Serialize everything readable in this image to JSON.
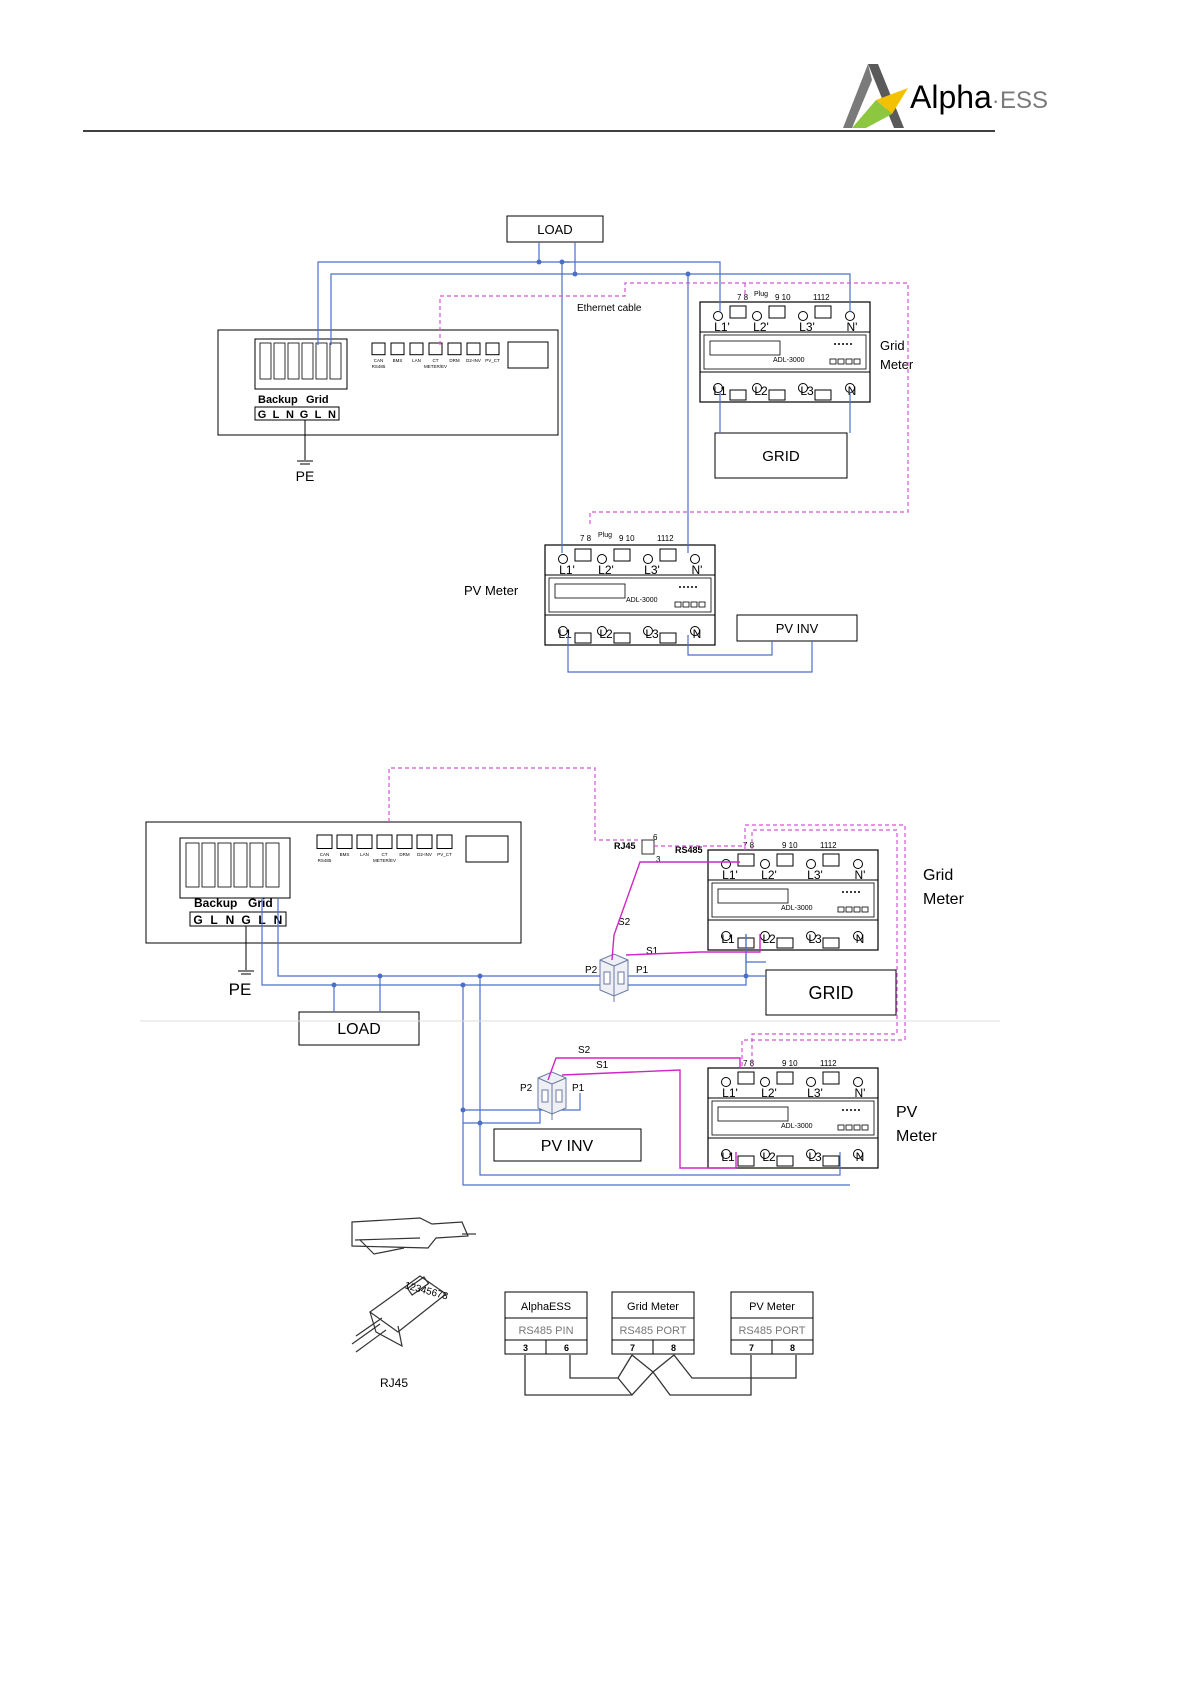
{
  "header": {
    "logo_main": "Alpha",
    "logo_dot": "·",
    "logo_suffix": "ESS"
  },
  "colors": {
    "wire_blue": "#4a6fc9",
    "wire_magenta": "#d126c7",
    "wire_dashed": "#d455d4",
    "logo_yellow": "#f2c200",
    "logo_green": "#8dc63f",
    "logo_gray": "#7a7a7a"
  },
  "diagram1": {
    "load": "LOAD",
    "ethernet_cable": "Ethernet cable",
    "grid": "GRID",
    "grid_meter_line1": "Grid",
    "grid_meter_line2": "Meter",
    "pv_meter": "PV Meter",
    "pv_inv": "PV INV",
    "pe": "PE",
    "backup": "Backup",
    "grid_port": "Grid",
    "terminal_letters": [
      "G",
      "L",
      "N",
      "G",
      "L",
      "N"
    ],
    "ports": [
      "CAN",
      "BMS",
      "LAN",
      "CT",
      "DRM",
      "D2-INV",
      "PV_CT"
    ],
    "port_sub": [
      "RS485",
      "",
      "",
      "METER/EV",
      "",
      "",
      ""
    ],
    "meter_model": "ADL-3000",
    "top_labels": [
      "L1'",
      "L2'",
      "L3'",
      "N'"
    ],
    "bottom_labels": [
      "L1",
      "L2",
      "L3",
      "N"
    ],
    "pin_78": "7 8",
    "pin_plug": "Plug",
    "pin_910": "9 10",
    "pin_1112": "1112"
  },
  "diagram2": {
    "load": "LOAD",
    "grid": "GRID",
    "grid_meter_line1": "Grid",
    "grid_meter_line2": "Meter",
    "pv_meter_line1": "PV",
    "pv_meter_line2": "Meter",
    "pv_inv": "PV INV",
    "pe": "PE",
    "rj45": "RJ45",
    "rs485": "RS485",
    "pin6": "6",
    "pin3": "3",
    "s1": "S1",
    "s2": "S2",
    "p1": "P1",
    "p2": "P2"
  },
  "rs485": {
    "connector_label": "RJ45",
    "pin_numbers": "12345678",
    "boxes": [
      {
        "title": "AlphaESS",
        "sub": "RS485 PIN",
        "pins": [
          "3",
          "6"
        ]
      },
      {
        "title": "Grid Meter",
        "sub": "RS485 PORT",
        "pins": [
          "7",
          "8"
        ]
      },
      {
        "title": "PV Meter",
        "sub": "RS485 PORT",
        "pins": [
          "7",
          "8"
        ]
      }
    ]
  }
}
